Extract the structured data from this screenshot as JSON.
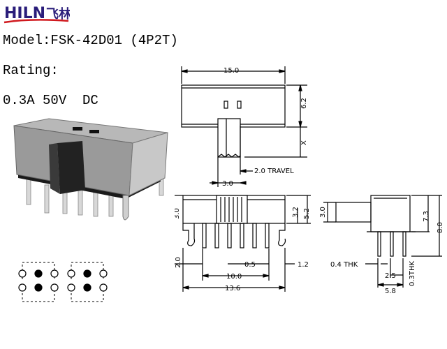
{
  "brand": {
    "logo_text": "HILN",
    "logo_cn": "飞林"
  },
  "specs": {
    "model": "Model:FSK-42D01 (4P2T)",
    "rating_label": "Rating:",
    "rating_value": "0.3A 50V  DC"
  },
  "dimensions": {
    "top_width": "15.0",
    "top_height": "6.2",
    "slider_x": "X",
    "travel": "2.0 TRAVEL",
    "knob_width": "3.0",
    "front_3_0": "3.0",
    "front_5_2": "5.2",
    "front_3_2": "3.2",
    "pin_left": "2.0",
    "pin_pitch": "0.5",
    "pin_right": "1.2",
    "pitch_total": "10.0",
    "body_total": "13.6",
    "side_knob": "3.0",
    "side_7_3": "7.3",
    "side_8_0": "8.0",
    "thk_04": "0.4 THK",
    "side_2_5": "2.5",
    "side_5_8": "5.8",
    "thk_03": "0.3THK"
  }
}
